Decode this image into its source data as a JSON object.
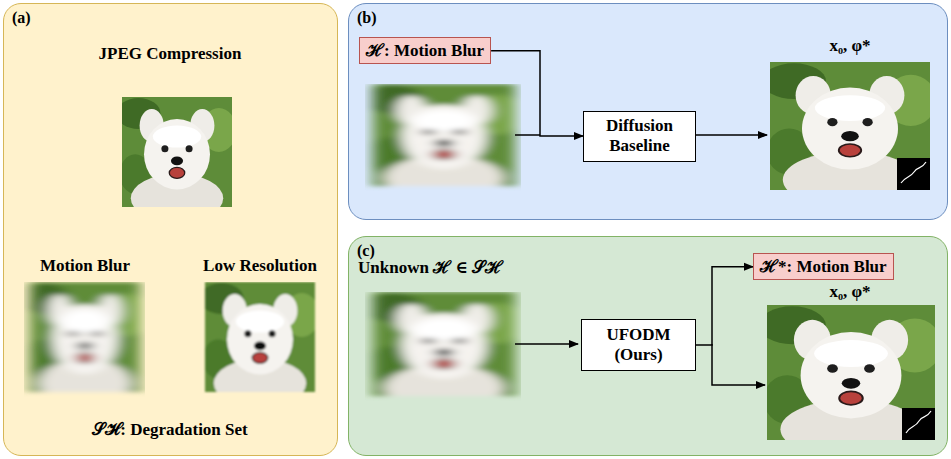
{
  "diagram": {
    "nodes": [
      {
        "text": [
          "(a)"
        ]
      },
      {
        "text": [
          "(b)"
        ]
      },
      {
        "text": [
          "ℋ: Motion Blur"
        ],
        "in": 1
      },
      {
        "text": [
          "Diffusion Baseline"
        ],
        "in": 1
      },
      {
        "text": [
          "(c)"
        ]
      },
      {
        "text": [
          "UFODM (Ours)"
        ],
        "in": 4
      },
      {
        "text": [
          "ℋ*: Motion Blur"
        ],
        "in": 4
      }
    ],
    "edges": [
      {
        "from": 2,
        "to": 3,
        "arrow": "to"
      },
      {
        "from": 5,
        "to": 6,
        "arrow": "to"
      }
    ],
    "labels": [
      "JPEG Compression",
      "Motion Blur",
      "Low Resolution",
      "𝒮ℋ: Degradation Set",
      "x₀, φ*",
      "Unknown ℋ ∈ 𝒮ℋ",
      "x₀, φ*"
    ]
  }
}
